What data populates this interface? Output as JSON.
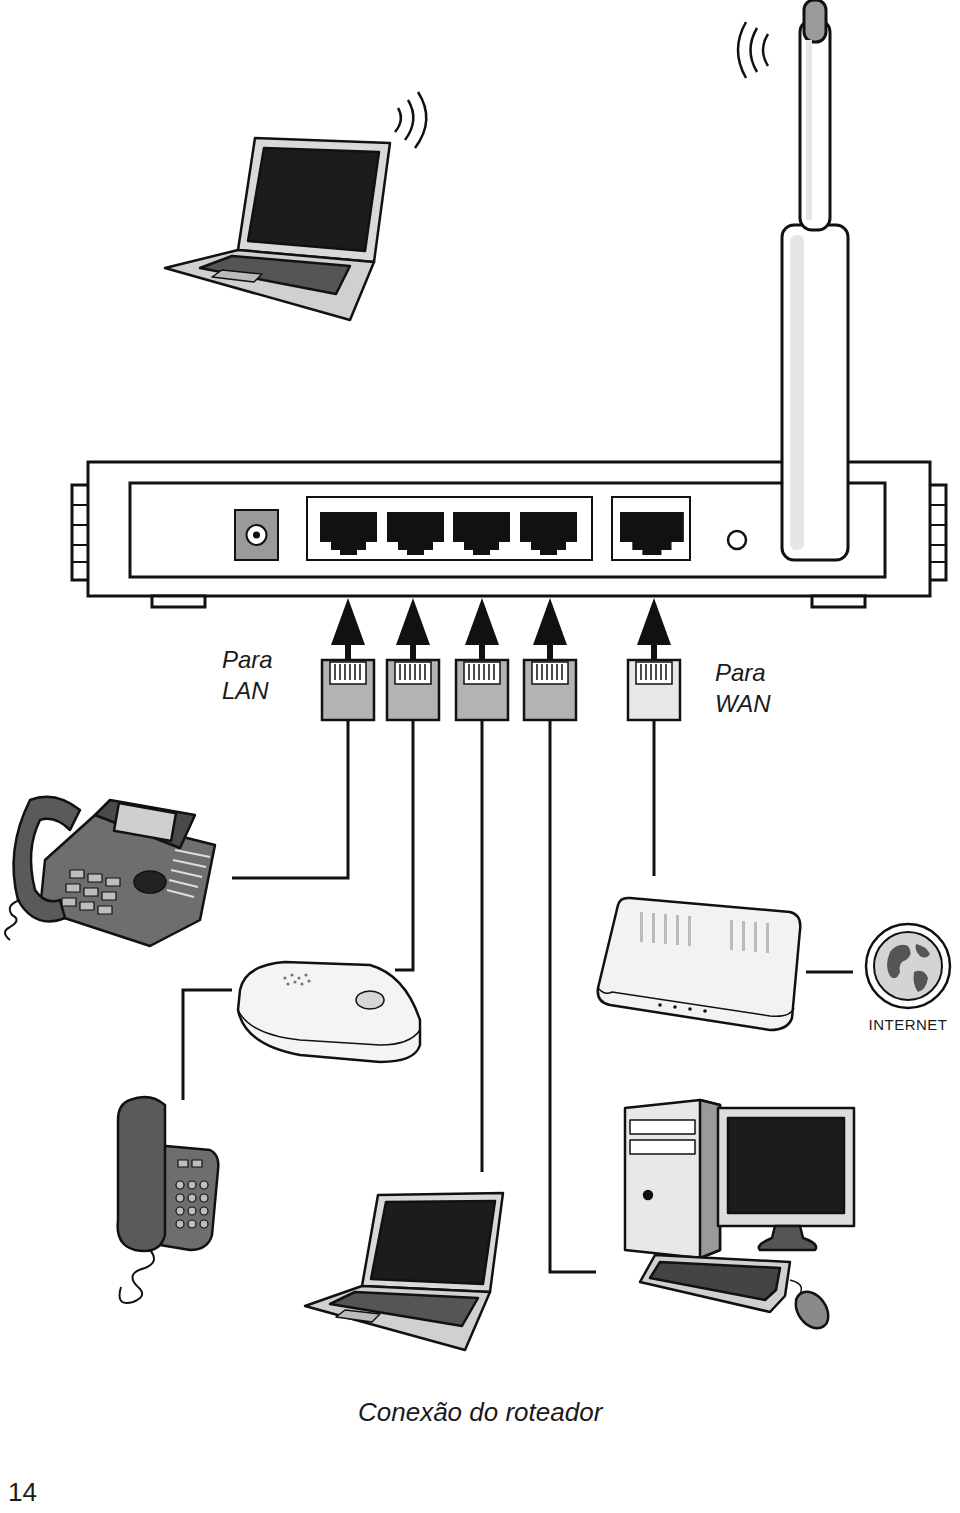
{
  "diagram": {
    "caption": "Conexão do roteador",
    "nodes": [
      {
        "text": [
          "INTERNET"
        ]
      }
    ],
    "labels": [
      "Para LAN",
      "Para WAN",
      "14"
    ]
  }
}
